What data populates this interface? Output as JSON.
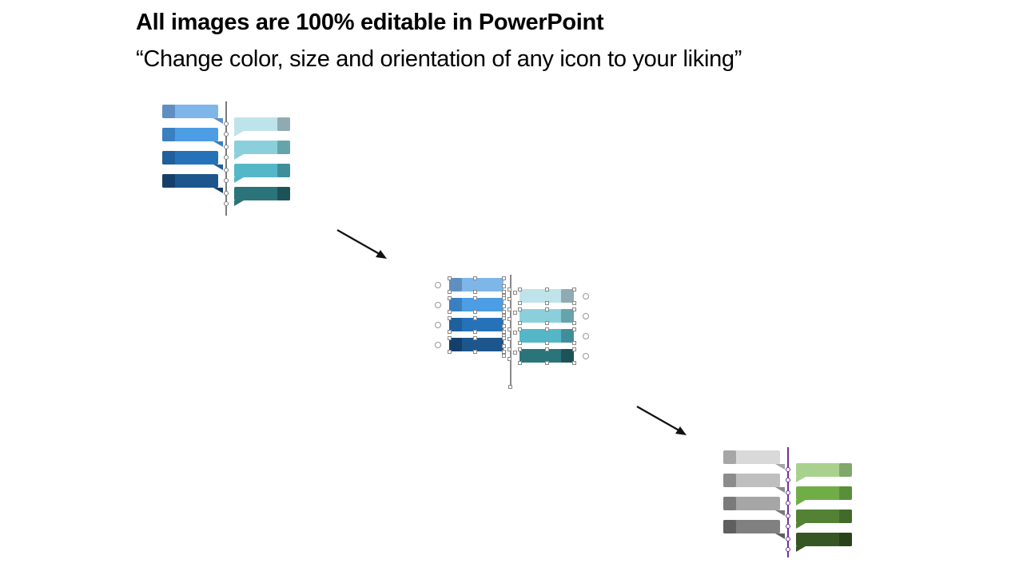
{
  "slide": {
    "title": "All images are 100% editable in PowerPoint",
    "subtitle": "“Change color, size and orientation of any icon to your liking”"
  },
  "graphics": [
    {
      "name": "blue-timeline",
      "left_colors": [
        "#7fb6ea",
        "#4c9de3",
        "#2672b9",
        "#1c568d"
      ],
      "left_tab_colors": [
        "#5f8fc0",
        "#3a7fbf",
        "#1f5f9c",
        "#143f6a"
      ],
      "right_colors": [
        "#bfe3ea",
        "#8ccfdc",
        "#54b7c8",
        "#2b7479"
      ],
      "right_tab_colors": [
        "#8fabb1",
        "#66a3ab",
        "#3f8e99",
        "#1d5358"
      ],
      "spine_color": "#7a7a7a"
    },
    {
      "name": "selected-timeline",
      "state": "selected"
    },
    {
      "name": "gray-green-timeline",
      "left_colors": [
        "#d9d9d9",
        "#bfbfbf",
        "#a6a6a6",
        "#808080"
      ],
      "left_tab_colors": [
        "#a6a6a6",
        "#8c8c8c",
        "#7a7a7a",
        "#5f5f5f"
      ],
      "right_colors": [
        "#a9d18e",
        "#70ad47",
        "#548235",
        "#375623"
      ],
      "right_tab_colors": [
        "#7fa86a",
        "#5a8f3a",
        "#436a2a",
        "#2a4219"
      ],
      "spine_color": "#7030a0"
    }
  ],
  "arrows": [
    {
      "name": "arrow-1"
    },
    {
      "name": "arrow-2"
    }
  ]
}
